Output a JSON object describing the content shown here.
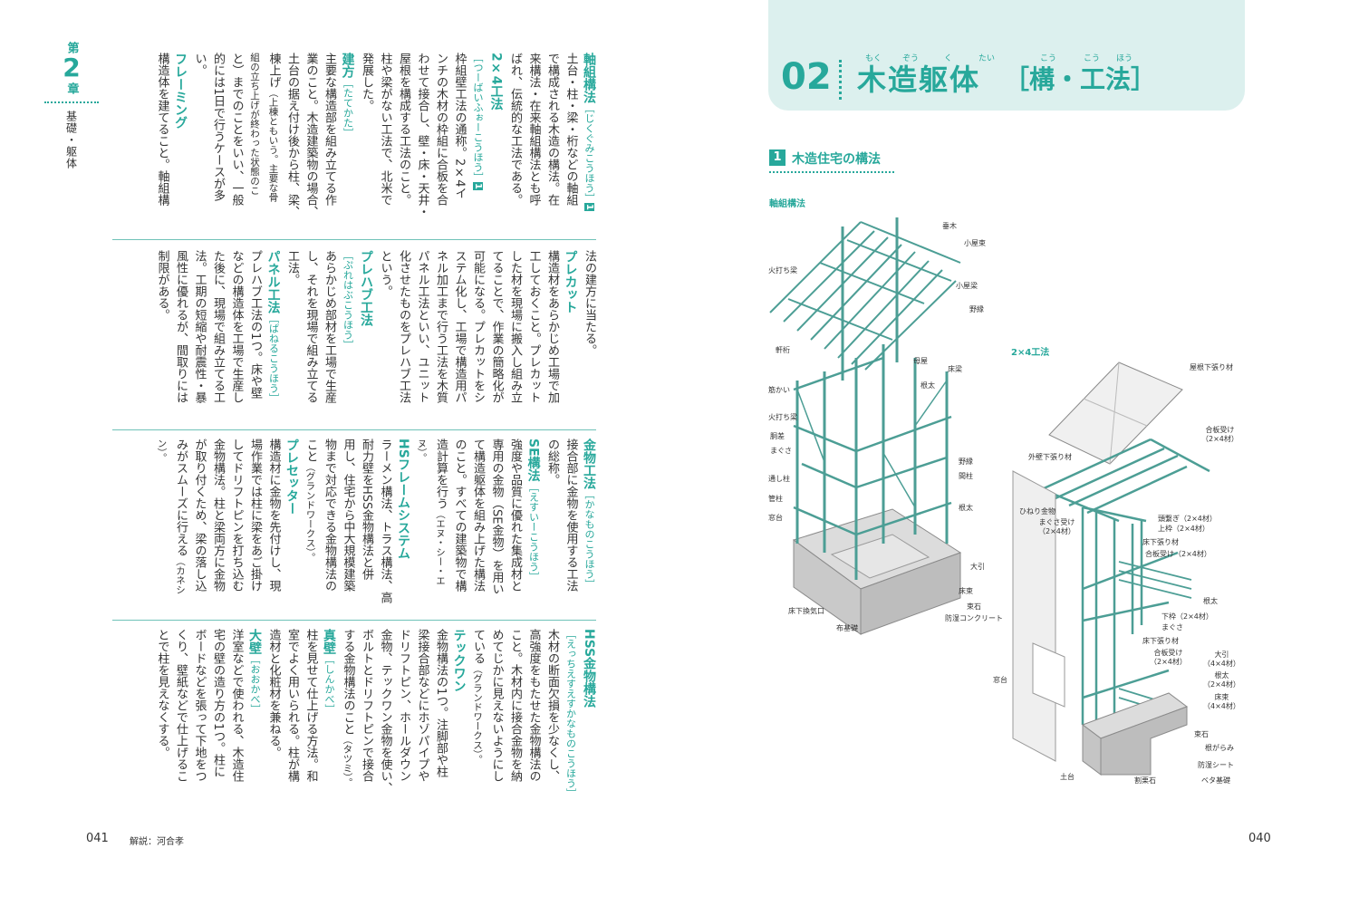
{
  "chapter": {
    "prefix": "第",
    "number": "2",
    "suffix": "章",
    "name": "基礎・躯体"
  },
  "left_columns": [
    [
      [
        {
          "t": "軸組構法",
          "c": "h"
        },
        {
          "t": "［じくぐみこうほう］",
          "c": "r"
        },
        {
          "t": "1",
          "c": "box"
        }
      ],
      [
        {
          "t": "土台・柱・梁・桁などの軸組"
        }
      ],
      [
        {
          "t": "で構成される木造の構法。在"
        }
      ],
      [
        {
          "t": "来構法・在来軸組構法とも呼"
        }
      ],
      [
        {
          "t": "ばれ、伝統的な工法である。"
        }
      ],
      [
        {
          "t": "2×4工法",
          "c": "h"
        }
      ],
      [
        {
          "t": "［つーばいふぉーこうほう］",
          "c": "r"
        },
        {
          "t": "1",
          "c": "box"
        }
      ],
      [
        {
          "t": "枠組壁工法の通称。2×4イ"
        }
      ],
      [
        {
          "t": "ンチの木材の枠組に合板を合"
        }
      ],
      [
        {
          "t": "わせて接合し、壁・床・天井・"
        }
      ],
      [
        {
          "t": "屋根を構成する工法のこと。"
        }
      ],
      [
        {
          "t": "柱や梁がない工法で、北米で"
        }
      ],
      [
        {
          "t": "発展した。"
        }
      ],
      [
        {
          "t": "建方",
          "c": "h"
        },
        {
          "t": "［たてかた］",
          "c": "r"
        }
      ],
      [
        {
          "t": "主要な構造部を組み立てる作"
        }
      ],
      [
        {
          "t": "業のこと。木造建築物の場合、"
        }
      ],
      [
        {
          "t": "土台の据え付け後から柱、梁、"
        }
      ],
      [
        {
          "t": "棟上げ"
        },
        {
          "t": "（上棟ともいう。主要な骨",
          "c": "s"
        }
      ],
      [
        {
          "t": "組の立ち上げが終わった状態のこ",
          "c": "s"
        }
      ],
      [
        {
          "t": "と）までのことをいい、一般"
        }
      ],
      [
        {
          "t": "的には1日で行うケースが多"
        }
      ],
      [
        {
          "t": "い。"
        }
      ],
      [
        {
          "t": "フレーミング",
          "c": "h"
        }
      ],
      [
        {
          "t": "構造体を建てること。軸組構"
        }
      ]
    ],
    [
      [
        {
          "t": "法の建方に当たる。"
        }
      ],
      [
        {
          "t": "プレカット",
          "c": "h"
        }
      ],
      [
        {
          "t": "構造材をあらかじめ工場で加"
        }
      ],
      [
        {
          "t": "工しておくこと。プレカット"
        }
      ],
      [
        {
          "t": "した材を現場に搬入し組み立"
        }
      ],
      [
        {
          "t": "てることで、作業の簡略化が"
        }
      ],
      [
        {
          "t": "可能になる。プレカットをシ"
        }
      ],
      [
        {
          "t": "ステム化し、工場で構造用パ"
        }
      ],
      [
        {
          "t": "ネル加工まで行う工法を木質"
        }
      ],
      [
        {
          "t": "パネル工法といい、ユニット"
        }
      ],
      [
        {
          "t": "化させたものをプレハブ工法"
        }
      ],
      [
        {
          "t": "という。"
        }
      ],
      [
        {
          "t": "プレハブ工法",
          "c": "h"
        }
      ],
      [
        {
          "t": "［ぷれはぶこうほう］",
          "c": "r"
        }
      ],
      [
        {
          "t": "あらかじめ部材を工場で生産"
        }
      ],
      [
        {
          "t": "し、それを現場で組み立てる"
        }
      ],
      [
        {
          "t": "工法。"
        }
      ],
      [
        {
          "t": "パネル工法",
          "c": "h"
        },
        {
          "t": "［ぱねるこうほう］",
          "c": "r"
        }
      ],
      [
        {
          "t": "プレハブ工法の1つ。床や壁"
        }
      ],
      [
        {
          "t": "などの構造体を工場で生産し"
        }
      ],
      [
        {
          "t": "た後に、現場で組み立てる工"
        }
      ],
      [
        {
          "t": "法。工期の短縮や耐震性・暴"
        }
      ],
      [
        {
          "t": "風性に優れるが、間取りには"
        }
      ],
      [
        {
          "t": "制限がある。"
        }
      ]
    ],
    [
      [
        {
          "t": "金物工法",
          "c": "h"
        },
        {
          "t": "［かなものこうほう］",
          "c": "r"
        }
      ],
      [
        {
          "t": "接合部に金物を使用する工法"
        }
      ],
      [
        {
          "t": "の総称。"
        }
      ],
      [
        {
          "t": "SE構法",
          "c": "h"
        },
        {
          "t": "［えすいーこうほう］",
          "c": "r"
        }
      ],
      [
        {
          "t": "強度や品質に優れた集成材と"
        }
      ],
      [
        {
          "t": "専用の金物（SE金物）を用い"
        }
      ],
      [
        {
          "t": "て構造躯体を組み上げた構法"
        }
      ],
      [
        {
          "t": "のこと。すべての建築物で構"
        }
      ],
      [
        {
          "t": "造計算を行う"
        },
        {
          "t": "（エヌ・シー・エ",
          "c": "s"
        }
      ],
      [
        {
          "t": "ヌ）。",
          "c": "s"
        }
      ],
      [
        {
          "t": "HSフレームシステム",
          "c": "h"
        }
      ],
      [
        {
          "t": "ラーメン構法、トラス構法、高"
        }
      ],
      [
        {
          "t": "耐力壁をHSS金物構法と併"
        }
      ],
      [
        {
          "t": "用し、住宅から中大規模建築"
        }
      ],
      [
        {
          "t": "物まで対応できる金物構法の"
        }
      ],
      [
        {
          "t": "こと"
        },
        {
          "t": "（グランドワークス）。",
          "c": "s"
        }
      ],
      [
        {
          "t": "プレセッター",
          "c": "h"
        }
      ],
      [
        {
          "t": "構造材に金物を先付けし、現"
        }
      ],
      [
        {
          "t": "場作業では柱に梁をあご掛け"
        }
      ],
      [
        {
          "t": "してドリフトピンを打ち込む"
        }
      ],
      [
        {
          "t": "金物構法。柱と梁両方に金物"
        }
      ],
      [
        {
          "t": "が取り付くため、梁の落し込"
        }
      ],
      [
        {
          "t": "みがスムーズに行える"
        },
        {
          "t": "（カネシ",
          "c": "s"
        }
      ],
      [
        {
          "t": "ン）。",
          "c": "s"
        }
      ]
    ],
    [
      [
        {
          "t": "HSS金物構法",
          "c": "h"
        }
      ],
      [
        {
          "t": "［えっちえすえすかなものこうほう］",
          "c": "r"
        }
      ],
      [
        {
          "t": "木材の断面欠損を少なくし、"
        }
      ],
      [
        {
          "t": "高強度をもたせた金物構法の"
        }
      ],
      [
        {
          "t": "こと。木材内に接合金物を納"
        }
      ],
      [
        {
          "t": "めてじかに見えないようにし"
        }
      ],
      [
        {
          "t": "ている"
        },
        {
          "t": "（グランドワークス）。",
          "c": "s"
        }
      ],
      [
        {
          "t": "テックワン",
          "c": "h"
        }
      ],
      [
        {
          "t": "金物構法の1つ。注脚部や柱"
        }
      ],
      [
        {
          "t": "梁接合部などにホゾパイプや"
        }
      ],
      [
        {
          "t": "ドリフトピン、ホールダウン"
        }
      ],
      [
        {
          "t": "金物、テックワン金物を使い、"
        }
      ],
      [
        {
          "t": "ボルトとドリフトピンで接合"
        }
      ],
      [
        {
          "t": "する金物構法のこと"
        },
        {
          "t": "（タツミ）。",
          "c": "s"
        }
      ],
      [
        {
          "t": "真壁",
          "c": "h"
        },
        {
          "t": "［しんかべ］",
          "c": "r"
        }
      ],
      [
        {
          "t": "柱を見せて仕上げる方法。和"
        }
      ],
      [
        {
          "t": "室でよく用いられる。柱が構"
        }
      ],
      [
        {
          "t": "造材と化粧材を兼ねる。"
        }
      ],
      [
        {
          "t": "大壁",
          "c": "h"
        },
        {
          "t": "［おおかべ］",
          "c": "r"
        }
      ],
      [
        {
          "t": "洋室などで使われる、木造住"
        }
      ],
      [
        {
          "t": "宅の壁の造り方の1つ。柱に"
        }
      ],
      [
        {
          "t": "ボードなどを張って下地をつ"
        }
      ],
      [
        {
          "t": "くり、壁紙などで仕上げるこ"
        }
      ],
      [
        {
          "t": "とで柱を見えなくする。"
        }
      ]
    ]
  ],
  "left_folio": "041",
  "author": "解説：河合孝",
  "title": {
    "number": "02",
    "main": "木造躯体",
    "sub": "［構・工法］",
    "ruby": [
      "もく",
      "ぞう",
      "く",
      "たい",
      "こう",
      "こう",
      "ほう"
    ]
  },
  "section": {
    "number": "1",
    "title": "木造住宅の構法"
  },
  "diagram_left": {
    "label": "軸組構法",
    "parts": [
      "垂木",
      "小屋束",
      "火打ち梁",
      "小屋梁",
      "野縁",
      "軒桁",
      "母屋",
      "床梁",
      "根太",
      "筋かい",
      "火打ち梁",
      "胴差",
      "まぐさ",
      "野縁",
      "間柱",
      "通し柱",
      "根太",
      "管柱",
      "窓台",
      "大引",
      "床束",
      "束石",
      "防湿コンクリート",
      "床下換気口",
      "布基礎"
    ]
  },
  "diagram_right": {
    "label": "2×4工法",
    "parts": [
      "屋根下張り材",
      "合板受け\n（2×4材）",
      "外壁下張り材",
      "ひねり金物",
      "頭繋ぎ（2×4材）",
      "まぐさ受け\n（2×4材）",
      "上枠（2×4材）",
      "床下張り材",
      "合板受け（2×4材）",
      "根太",
      "下枠（2×4材）",
      "まぐさ",
      "床下張り材",
      "合板受け\n（2×4材）",
      "大引\n（4×4材）",
      "根太\n（2×4材）",
      "窓台",
      "床束\n（4×4材）",
      "束石",
      "根がらみ",
      "防湿シート",
      "土台",
      "割栗石",
      "ベタ基礎"
    ]
  },
  "right_folio": "040",
  "colors": {
    "accent": "#27a89b",
    "band": "#dcf0ee",
    "line": "#6fc2b8",
    "text": "#333333"
  }
}
